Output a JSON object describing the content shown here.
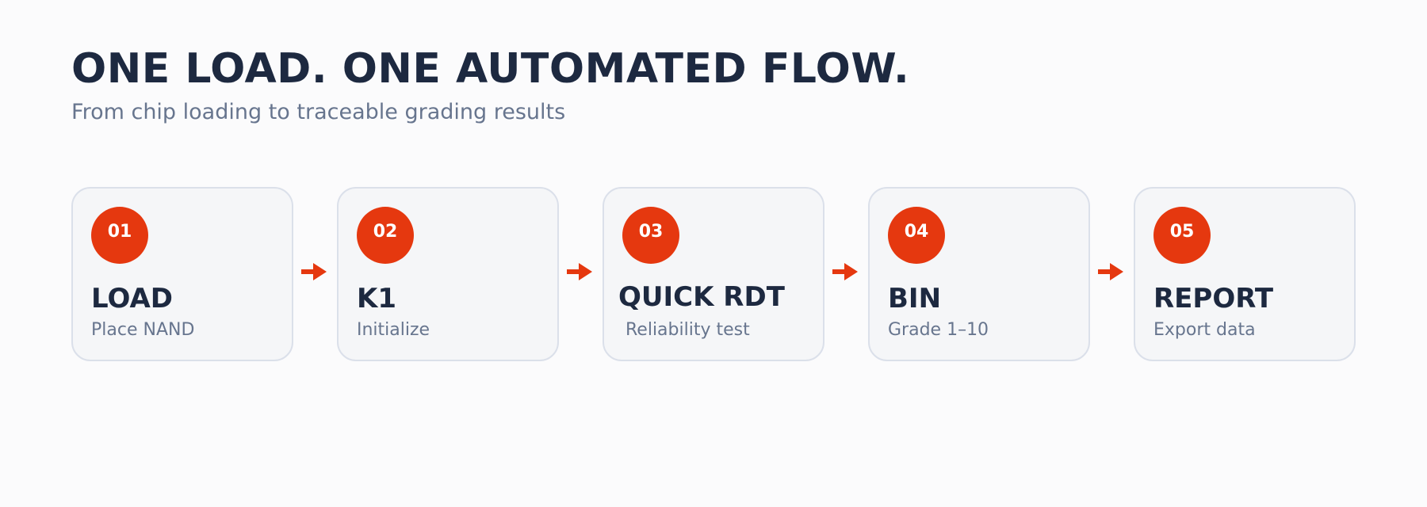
{
  "header": {
    "title": "ONE LOAD. ONE AUTOMATED FLOW.",
    "subtitle": "From chip loading to traceable grading results"
  },
  "colors": {
    "accent": "#e5380f",
    "title": "#1d2940",
    "muted": "#67758e",
    "card_background": "#f5f6f8",
    "card_border": "#dbe0ea"
  },
  "steps": [
    {
      "number": "01",
      "title": "LOAD",
      "description": "Place NAND"
    },
    {
      "number": "02",
      "title": "K1",
      "description": "Initialize"
    },
    {
      "number": "03",
      "title": "QUICK RDT",
      "description": "Reliability test"
    },
    {
      "number": "04",
      "title": "BIN",
      "description": "Grade 1–10"
    },
    {
      "number": "05",
      "title": "REPORT",
      "description": "Export data"
    }
  ],
  "connector_icon": "arrow-right-icon"
}
